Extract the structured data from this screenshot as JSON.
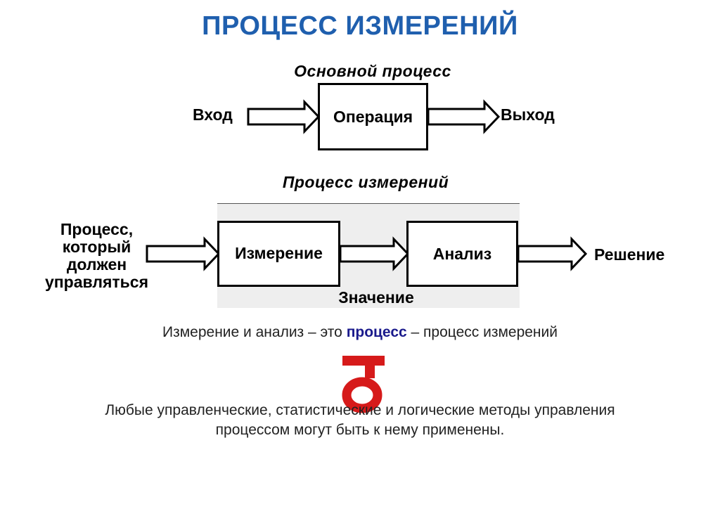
{
  "title": "ПРОЦЕСС ИЗМЕРЕНИЙ",
  "main_process": {
    "heading": "Основной процесс",
    "input": "Вход",
    "operation": "Операция",
    "output": "Выход"
  },
  "measurement_process": {
    "heading": "Процесс измерений",
    "controlled_lines": [
      "Процесс,",
      "который",
      "должен",
      "управляться"
    ],
    "measurement": "Измерение",
    "analysis": "Анализ",
    "value": "Значение",
    "decision": "Решение"
  },
  "statement": {
    "before": "Измерение и анализ – это ",
    "keyword": "процесс",
    "after": " – процесс измерений"
  },
  "symbol": {
    "name": "red-rotated-o-glyph",
    "color": "#d61a1a"
  },
  "conclusion": {
    "line1": "Любые управленческие, статистические и логические методы управления",
    "line2": "процессом могут быть к нему применены."
  }
}
